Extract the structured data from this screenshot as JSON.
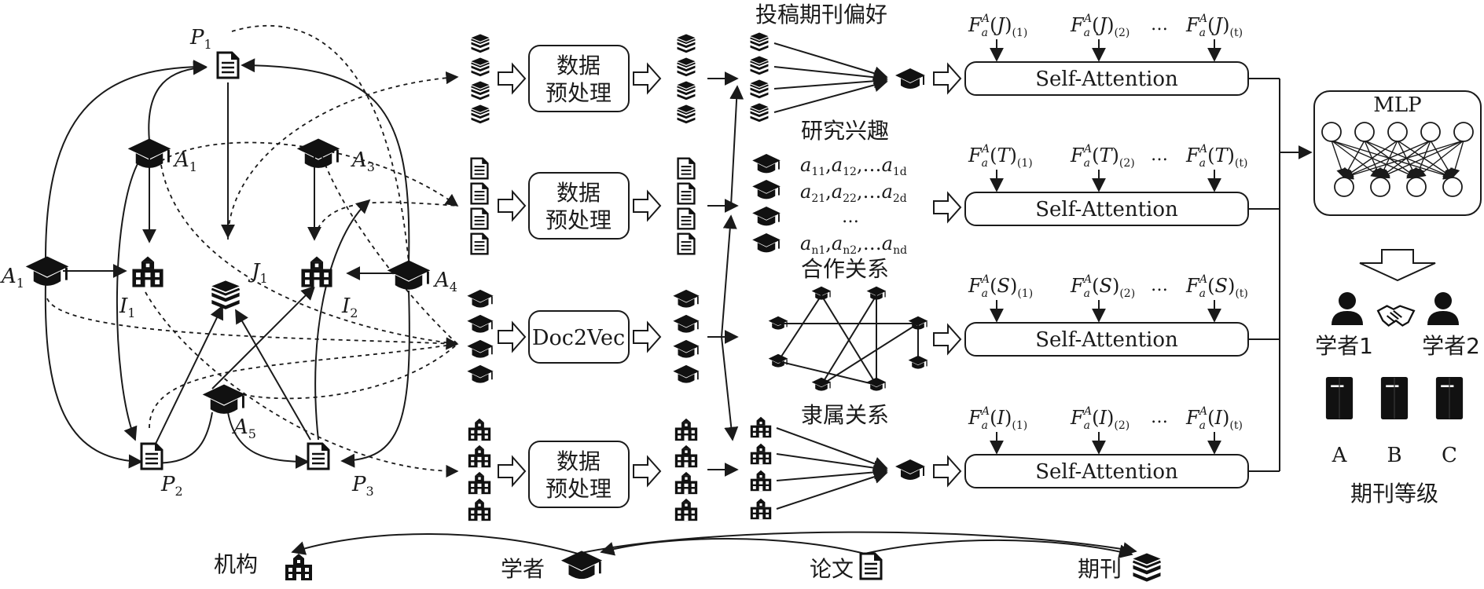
{
  "graph": {
    "nodes": {
      "A1": {
        "label": "A",
        "sub": "1"
      },
      "A1b": {
        "label": "A",
        "sub": "1"
      },
      "A3": {
        "label": "A",
        "sub": "3"
      },
      "A4": {
        "label": "A",
        "sub": "4"
      },
      "A5": {
        "label": "A",
        "sub": "5"
      },
      "I1": {
        "label": "I",
        "sub": "1"
      },
      "I2": {
        "label": "I",
        "sub": "2"
      },
      "J1": {
        "label": "J",
        "sub": "1"
      },
      "P1": {
        "label": "P",
        "sub": "1"
      },
      "P2": {
        "label": "P",
        "sub": "2"
      },
      "P3": {
        "label": "P",
        "sub": "3"
      }
    }
  },
  "pipeline": {
    "preprocess": "数据\n预处理",
    "doc2vec": "Doc2Vec",
    "features": {
      "journal_pref": "投稿期刊偏好",
      "research_interest": "研究兴趣",
      "collaboration": "合作关系",
      "affiliation": "隶属关系"
    },
    "interest_rows": [
      {
        "a": "a",
        "subs": [
          "11",
          "12",
          "1d"
        ]
      },
      {
        "a": "a",
        "subs": [
          "21",
          "22",
          "2d"
        ]
      },
      {
        "a": "a",
        "subs": [
          "n1",
          "n2",
          "nd"
        ]
      }
    ],
    "ellipsis": "…"
  },
  "attention": {
    "label": "Self-Attention",
    "rows": [
      {
        "var": "J",
        "items": [
          "(1)",
          "(2)",
          "(t)"
        ]
      },
      {
        "var": "T",
        "items": [
          "(1)",
          "(2)",
          "(t)"
        ]
      },
      {
        "var": "S",
        "items": [
          "(1)",
          "(2)",
          "(t)"
        ]
      },
      {
        "var": "I",
        "items": [
          "(1)",
          "(2)",
          "(t)"
        ]
      }
    ],
    "fn": "F",
    "sup": "A",
    "subfn": "a"
  },
  "output": {
    "mlp": "MLP",
    "scholar1": "学者1",
    "scholar2": "学者2",
    "grades": [
      "A",
      "B",
      "C"
    ],
    "grade_title": "期刊等级"
  },
  "legend": {
    "institution": "机构",
    "scholar": "学者",
    "paper": "论文",
    "journal": "期刊"
  }
}
